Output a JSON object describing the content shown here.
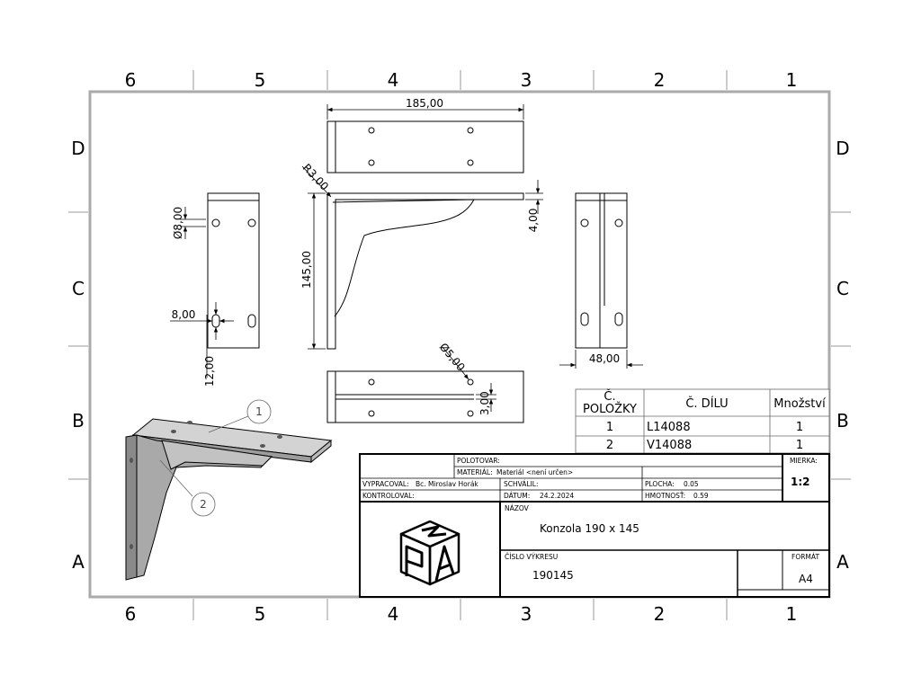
{
  "sheet": {
    "columns": [
      "6",
      "5",
      "4",
      "3",
      "2",
      "1"
    ],
    "rows": [
      "D",
      "C",
      "B",
      "A"
    ]
  },
  "dimensions": {
    "width_top": "185,00",
    "radius": "R3,00",
    "height": "145,00",
    "thickness": "4,00",
    "hole_dia": "Ø8,00",
    "slot_width": "8,00",
    "slot_length": "12,00",
    "side_width": "48,00",
    "small_hole": "Ø5,00",
    "bottom_thk": "3,00"
  },
  "balloons": [
    "1",
    "2"
  ],
  "bom": {
    "headers": [
      "Č. POLOŽKY",
      "Č. DÍLU",
      "Množství"
    ],
    "header_line1": "Č.",
    "header_line2": "POLOŽKY",
    "rows": [
      {
        "item": "1",
        "part": "L14088",
        "qty": "1"
      },
      {
        "item": "2",
        "part": "V14088",
        "qty": "1"
      }
    ]
  },
  "title_block": {
    "polotovar": "POLOTOVAR:",
    "material_label": "MATERIÁL:",
    "material_value": "Materiál <není určen>",
    "vypracoval_label": "VYPRACOVAL:",
    "vypracoval_value": "Bc. Miroslav Horák",
    "schvalil_label": "SCHVÁLIL:",
    "plocha_label": "PLOCHA:",
    "plocha_value": "0.05",
    "kontroloval_label": "KONTROLOVAL:",
    "datum_label": "DÁTUM:",
    "datum_value": "24.2.2024",
    "hmotnost_label": "HMOTNOSŤ:",
    "hmotnost_value": "0.59",
    "mierka_label": "MIERKA:",
    "mierka_value": "1:2",
    "nazov_label": "NÁZOV",
    "nazov_value": "Konzola 190 x 145",
    "cislo_label": "ČÍSLO VÝKRESU",
    "cislo_value": "190145",
    "format_label": "FORMÁT",
    "format_value": "A4"
  }
}
